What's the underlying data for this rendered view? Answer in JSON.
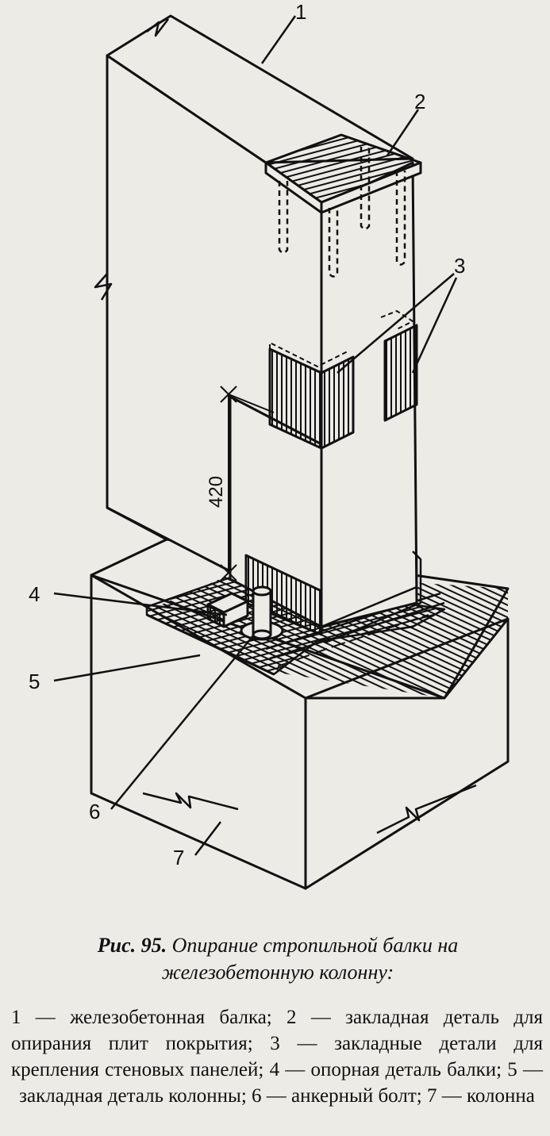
{
  "figure": {
    "number": "Рис. 95.",
    "title": "Опирание стропильной балки на железобетонную колонну:",
    "legend": "1 — железобетонная балка; 2 — закладная деталь для опирания плит покрытия; 3 — закладные детали для крепления стеновых панелей; 4 — опорная деталь балки; 5 — закладная деталь колонны; 6 — анкерный болт; 7 — колонна"
  },
  "callouts": {
    "c1": "1",
    "c2": "2",
    "c3": "3",
    "c4": "4",
    "c5": "5",
    "c6": "6",
    "c7": "7"
  },
  "dimension": {
    "value": "420"
  }
}
